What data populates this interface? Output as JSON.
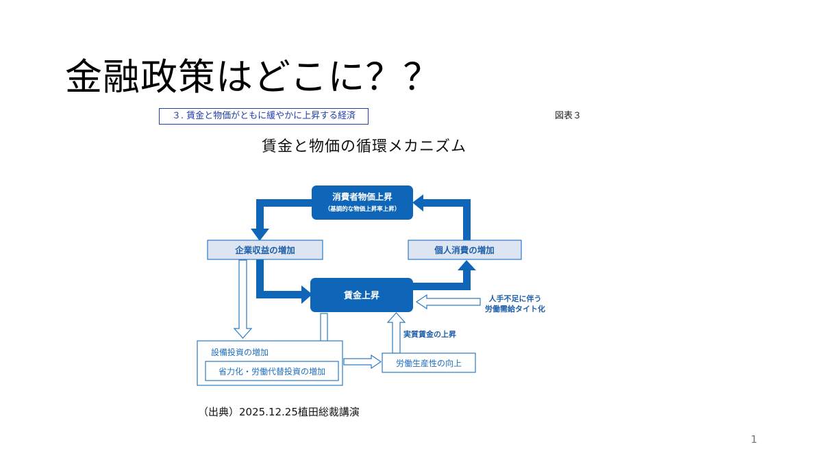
{
  "slide": {
    "title": "金融政策はどこに？？",
    "section_tag": "３. 賃金と物価がともに緩やかに上昇する経済",
    "figure_label": "図表３",
    "diagram_title": "賃金と物価の循環メカニズム",
    "source_note": "（出典）2025.12.25植田総裁講演",
    "page_number": "1"
  },
  "diagram": {
    "consumer_price_rise": "消費者物価上昇",
    "consumer_price_rise_sub": "（基調的な物価上昇率上昇）",
    "corporate_profit_increase": "企業収益の増加",
    "personal_consumption_increase": "個人消費の増加",
    "wage_rise": "賃金上昇",
    "labor_shortage_line1": "人手不足に伴う",
    "labor_shortage_line2": "労働需給タイト化",
    "real_wage_rise": "実質賃金の上昇",
    "capex_increase": "設備投資の増加",
    "labor_saving_investment": "省力化・労働代替投資の増加",
    "productivity_improvement": "労働生産性の向上"
  },
  "colors": {
    "dark_blue": "#0f66b8",
    "light_blue_fill": "#dde5f3",
    "outline_blue": "#2a7ac6",
    "tag_border": "#1f3ea8"
  }
}
